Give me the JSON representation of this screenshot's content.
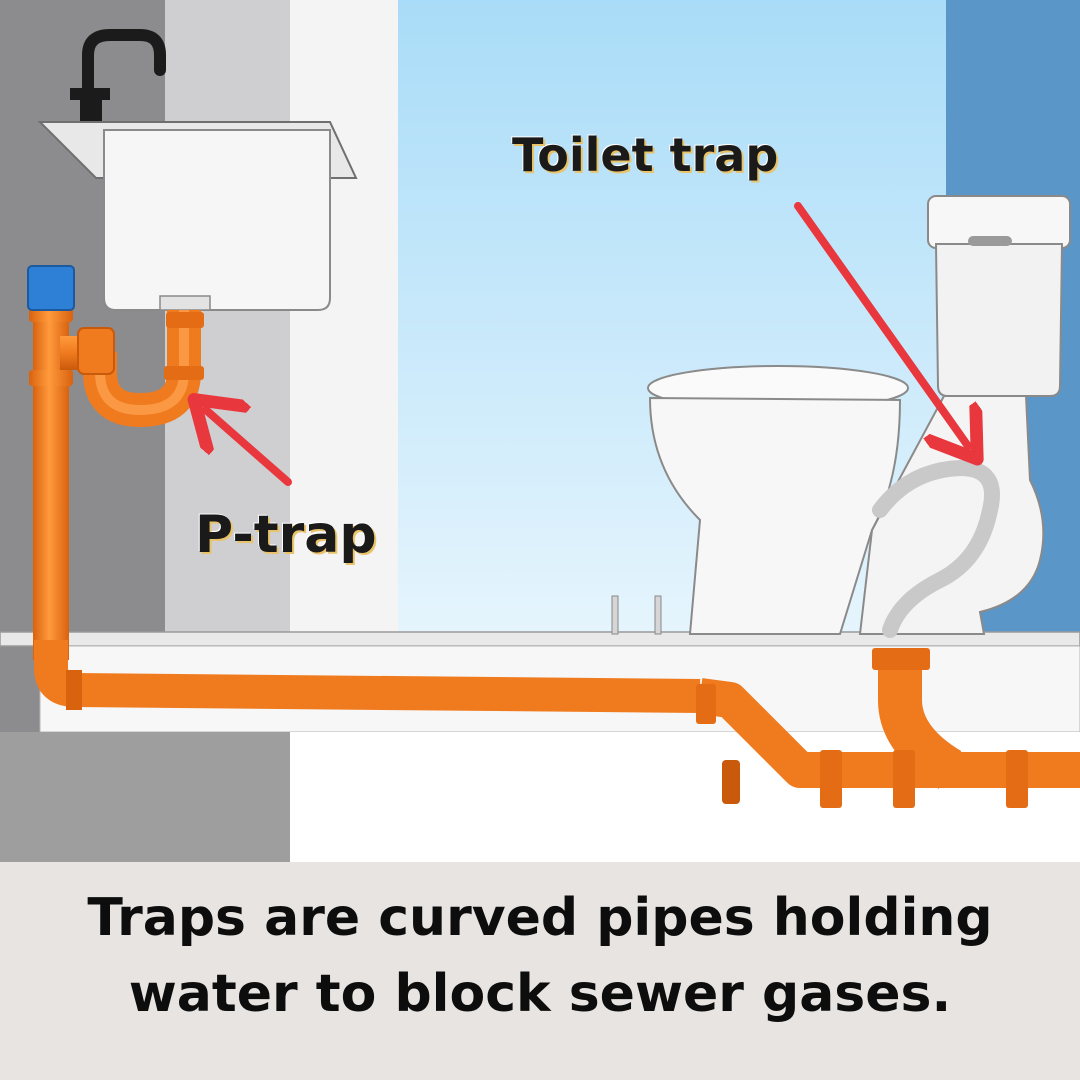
{
  "labels": {
    "toilet_trap": "Toilet trap",
    "p_trap": "P-trap"
  },
  "caption": {
    "line1": "Traps are curved pipes holding",
    "line2": "water to block sewer gases."
  },
  "colors": {
    "pipe": "#f07a1e",
    "arrow": "#e8383d",
    "vent_cap": "#2e7fd6",
    "sky": "#bfe6fb",
    "caption_bg": "#e7e4e2"
  }
}
